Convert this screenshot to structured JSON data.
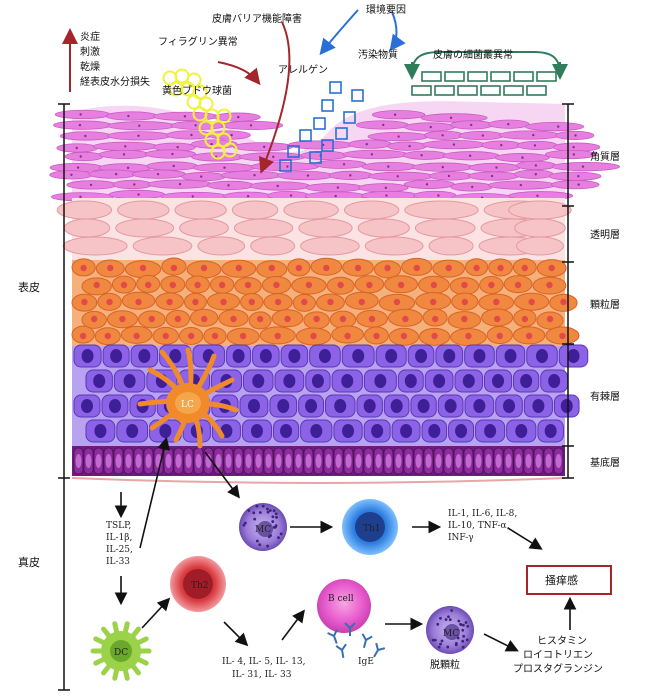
{
  "top": {
    "barrier_disorder": "皮膚バリア機能障害",
    "environment": "環境要因",
    "filaggrin": "フィラグリン異常",
    "allergen": "アレルゲン",
    "pollutant": "汚染物質",
    "microbiome": "皮膚の細菌叢異常",
    "staph": "黄色ブドウ球菌",
    "symptoms": [
      "炎症",
      "刺激",
      "乾燥",
      "経表皮水分損失"
    ]
  },
  "layers": {
    "corneum": "角質層",
    "lucidum": "透明層",
    "granulosum": "顆粒層",
    "spinosum": "有棘層",
    "basale": "基底層"
  },
  "regions": {
    "epidermis": "表皮",
    "dermis": "真皮"
  },
  "cells": {
    "lc": "LC",
    "mc": "MC",
    "th1": "Th1",
    "th2": "Th2",
    "dc": "DC",
    "bcell": "B cell",
    "mc2": "MC",
    "ige": "IgE"
  },
  "cytokines": {
    "tslp": [
      "TSLP,",
      "IL-1β,",
      "IL-25,",
      "IL-33"
    ],
    "th1": [
      "IL-1, IL-6, IL-8,",
      "IL-10, TNF-α,",
      "INF-γ"
    ],
    "th2": [
      "IL- 4, IL- 5, IL- 13,",
      "IL- 31, IL- 33"
    ]
  },
  "outcomes": {
    "degranulation": "脱顆粒",
    "mediators": [
      "ヒスタミン",
      "ロイコトリエン",
      "プロスタグランジン"
    ],
    "itch": "掻痒感"
  },
  "colors": {
    "corneum": "#e77fe0",
    "lucidum": "#f6c3c6",
    "granulosum": "#f0883f",
    "spinosum": "#8c63e6",
    "basale": "#8e2b9e",
    "red_arrow": "#a3262d",
    "blue_arrow": "#2a6fd6",
    "green_arrow": "#2e7d5b",
    "staph": "#f2f23a"
  }
}
